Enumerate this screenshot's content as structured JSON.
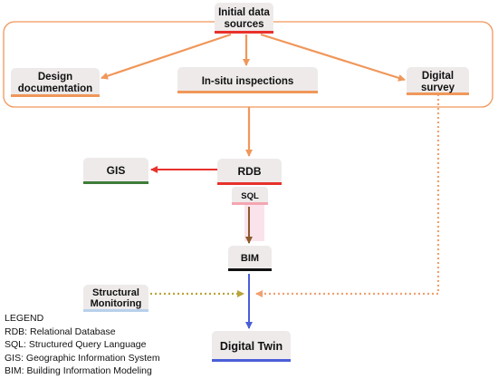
{
  "nodes": {
    "initial_sources": [
      "Initial data",
      "sources"
    ],
    "design_documentation": [
      "Design",
      "documentation"
    ],
    "in_situ": [
      "In-situ inspections"
    ],
    "digital_survey": [
      "Digital",
      "survey"
    ],
    "gis": [
      "GIS"
    ],
    "rdb": [
      "RDB"
    ],
    "sql": [
      "SQL"
    ],
    "bim": [
      "BIM"
    ],
    "structural_monitoring": [
      "Structural",
      "Monitoring"
    ],
    "digital_twin": [
      "Digital Twin"
    ]
  },
  "legend": {
    "title": "LEGEND",
    "items": [
      "RDB: Relational Database",
      "SQL: Structured Query Language",
      "GIS: Geographic Information System",
      "BIM: Building Information Modeling"
    ]
  },
  "colors": {
    "orange": "#f0975a",
    "red": "#e8322c",
    "green": "#3f7d3a",
    "brown": "#8b5a2b",
    "blue": "#4a5fd8",
    "olive_dotted": "#b8a43a",
    "orange_dotted": "#f0a070",
    "node_fill": "#eeeaea",
    "pink": "#f4a6b0",
    "light_blue": "#b8d0ea"
  }
}
